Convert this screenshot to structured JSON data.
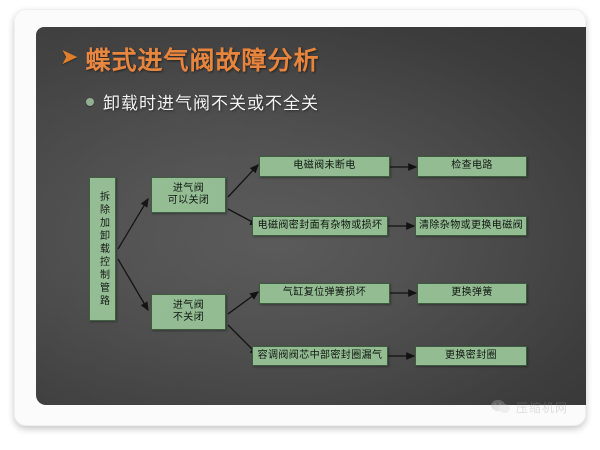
{
  "slide": {
    "title": "蝶式进气阀故障分析",
    "title_bullet": "➤",
    "title_color": "#e8833a",
    "subtitle": "卸载时进气阀不关或不全关",
    "subtitle_color": "#f2f2f2",
    "background_color": "#4a4a4a",
    "box_fill": "#93bc93",
    "box_border": "#3d5c3d"
  },
  "flow": {
    "root": "拆除加卸载控制管路",
    "branches": [
      {
        "condition": "进气阀\n可以关闭",
        "causes": [
          {
            "cause": "电磁阀未断电",
            "action": "检查电路"
          },
          {
            "cause": "电磁阀密封面有杂物或损坏",
            "action": "清除杂物或更换电磁阀"
          }
        ]
      },
      {
        "condition": "进气阀\n不关闭",
        "causes": [
          {
            "cause": "气缸复位弹簧损坏",
            "action": "更换弹簧"
          },
          {
            "cause": "容调阀阀芯中部密封圈漏气",
            "action": "更换密封圈"
          }
        ]
      }
    ]
  },
  "watermark": {
    "text": "压缩机网",
    "icon": "wechat-icon"
  }
}
